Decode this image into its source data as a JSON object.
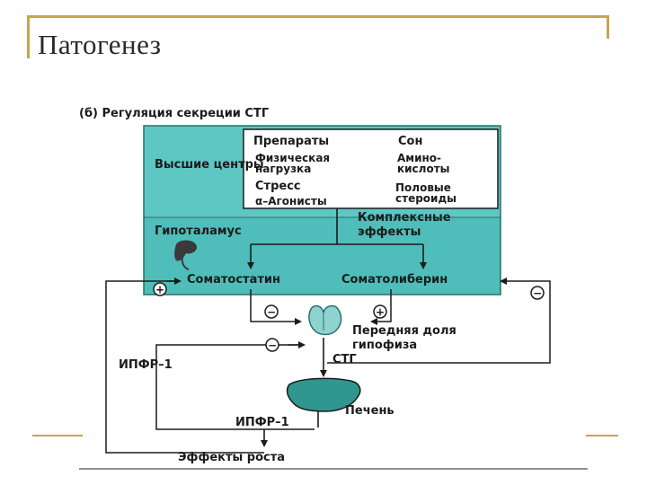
{
  "slide": {
    "title": "Патогенез"
  },
  "diagram": {
    "caption": "(б) Регуляция секреции СТГ",
    "higher_centers": "Высшие центры",
    "factors": {
      "drugs": "Препараты",
      "sleep": "Сон",
      "exercise_1": "Физическая",
      "exercise_2": "нагрузка",
      "amino_1": "Амино-",
      "amino_2": "кислоты",
      "stress": "Стресс",
      "sex_steroids_1": "Половые",
      "sex_steroids_2": "стероиды",
      "agonists": "α–Агонисты"
    },
    "complex_1": "Комплексные",
    "complex_2": "эффекты",
    "hypothalamus": "Гипоталамус",
    "somatostatin": "Соматостатин",
    "somatoliberin": "Соматолиберин",
    "pituitary_1": "Передняя доля",
    "pituitary_2": "гипофиза",
    "gh": "СТГ",
    "igf_left": "ИПФР–1",
    "liver": "Печень",
    "igf_bottom": "ИПФР–1",
    "growth_effects": "Эффекты роста",
    "signs": {
      "plus": "+",
      "minus": "−"
    },
    "colors": {
      "panel": "#5ec7c4",
      "panel_dark": "#3faaa7",
      "liver": "#2f9690",
      "gland": "#8ed3cf"
    }
  }
}
